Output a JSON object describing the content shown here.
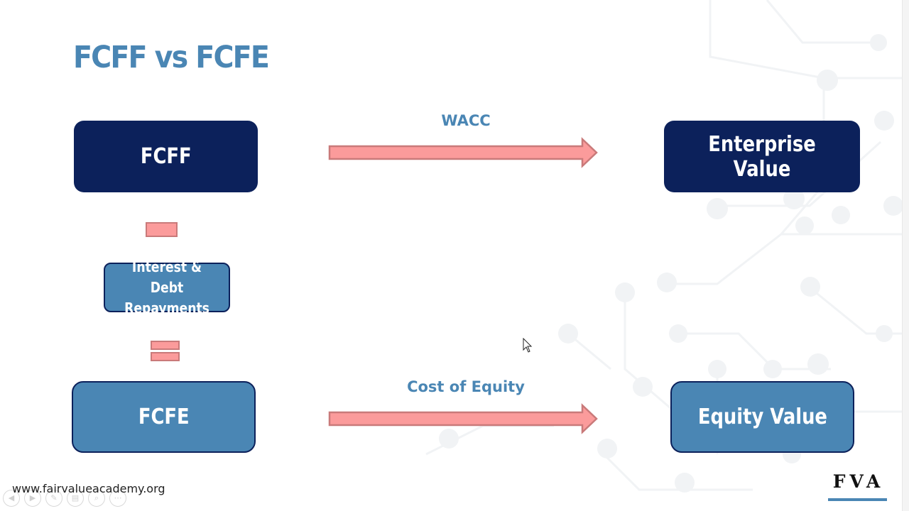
{
  "title": "FCFF vs FCFE",
  "boxes": {
    "fcff": "FCFF",
    "enterprise_value": "Enterprise Value",
    "interest_line1": "Interest & Debt",
    "interest_line2": "Repayments",
    "fcfe": "FCFE",
    "equity_value": "Equity Value"
  },
  "arrows": {
    "top_label": "WACC",
    "bottom_label": "Cost of Equity"
  },
  "footer": {
    "url": "www.fairvalueacademy.org",
    "logo": "FVA"
  },
  "player_controls": [
    {
      "name": "prev-icon",
      "glyph": "◀"
    },
    {
      "name": "next-icon",
      "glyph": "▶"
    },
    {
      "name": "pen-icon",
      "glyph": "✎"
    },
    {
      "name": "slides-icon",
      "glyph": "▤"
    },
    {
      "name": "zoom-icon",
      "glyph": "⌕"
    },
    {
      "name": "more-icon",
      "glyph": "⋯"
    }
  ],
  "colors": {
    "dark_navy": "#0c215b",
    "steel_blue": "#4a86b4",
    "arrow_fill": "#fb9b9b",
    "arrow_stroke": "#c97a7a"
  }
}
